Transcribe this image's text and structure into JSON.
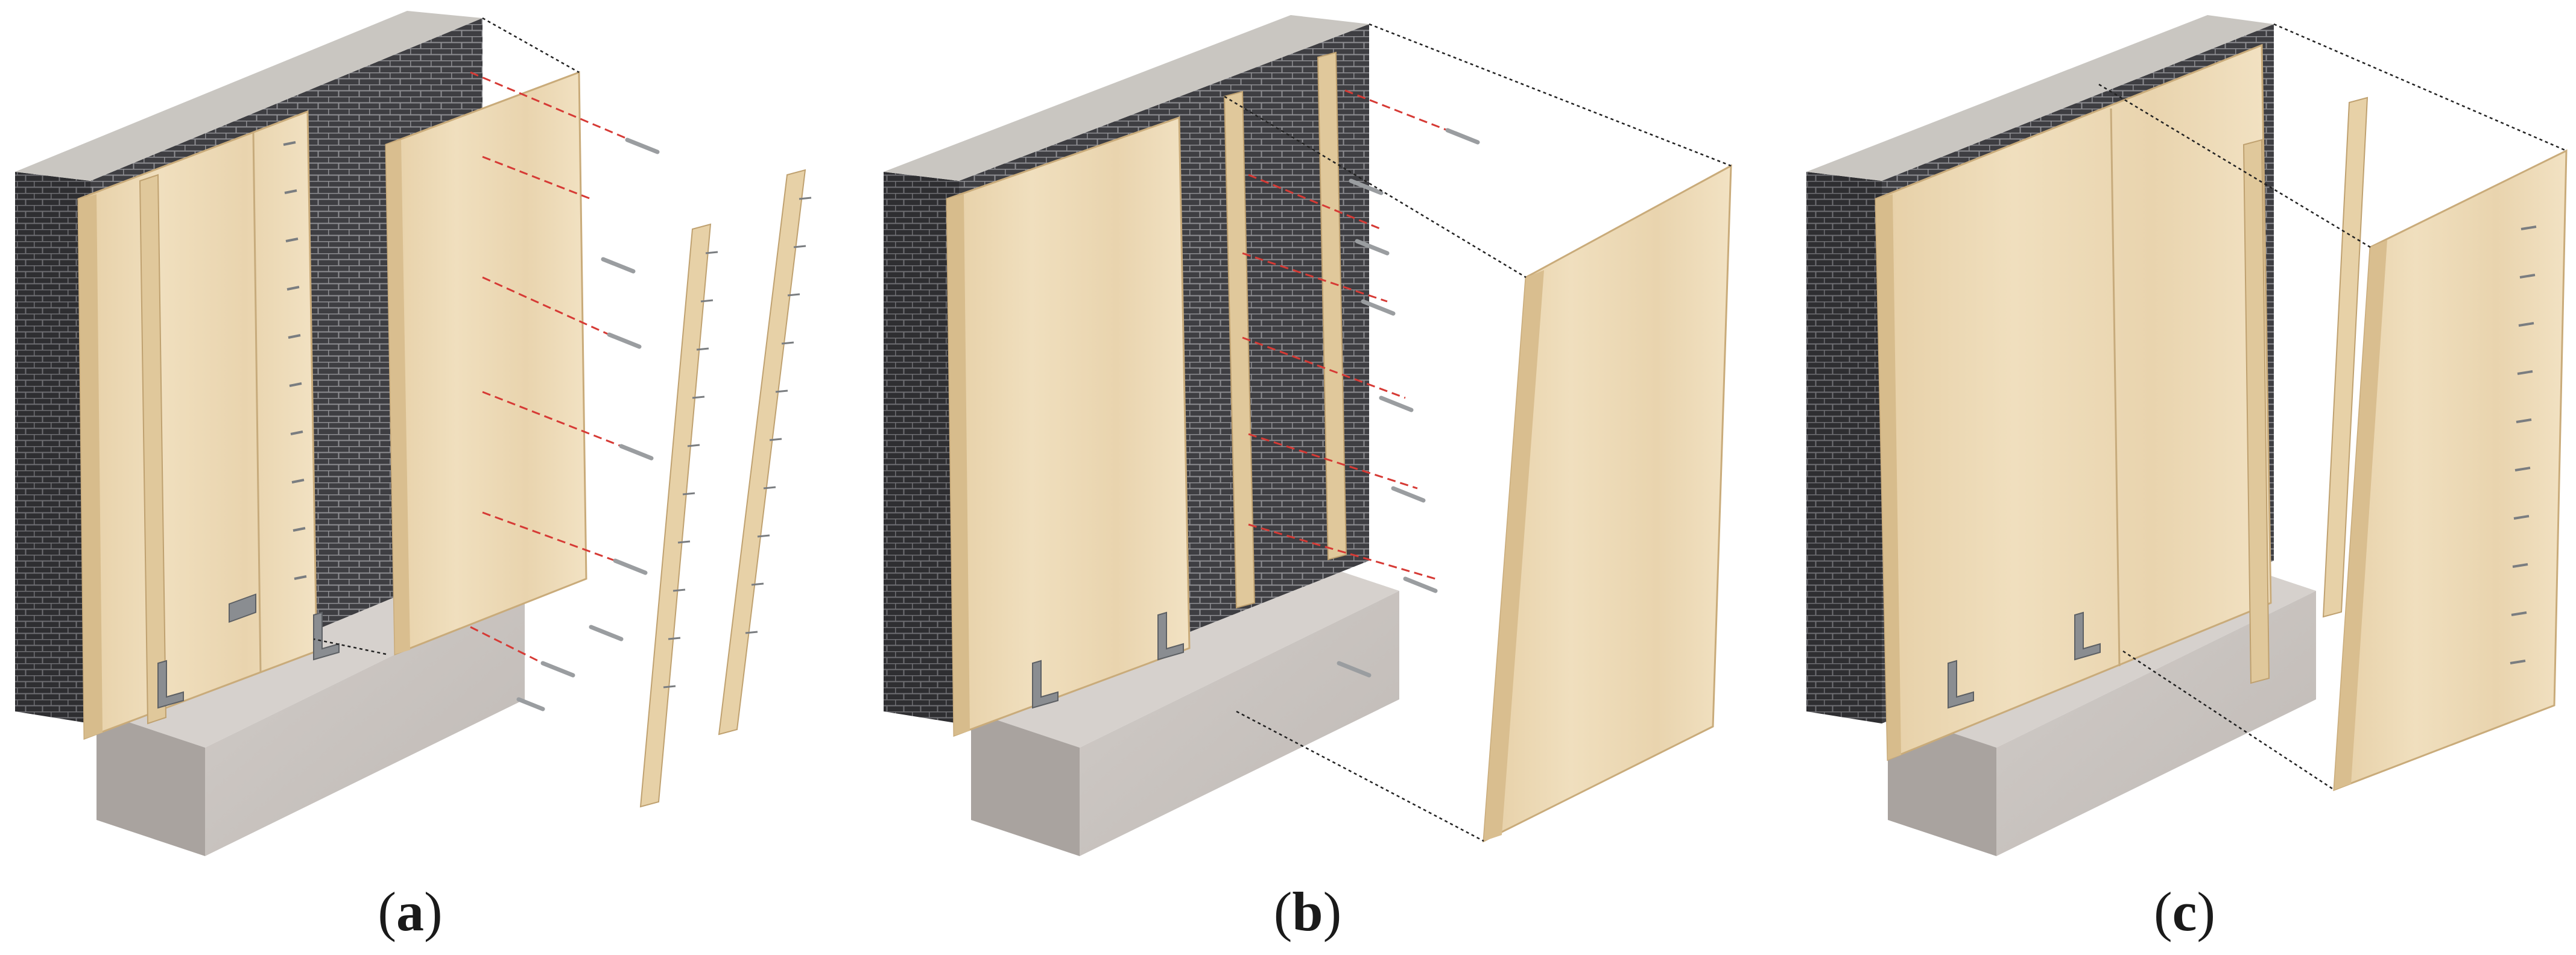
{
  "figure": {
    "panels": [
      {
        "id": "a",
        "open": "(",
        "label": "a",
        "close": ")"
      },
      {
        "id": "b",
        "open": "(",
        "label": "b",
        "close": ")"
      },
      {
        "id": "c",
        "open": "(",
        "label": "c",
        "close": ")"
      }
    ]
  },
  "colors": {
    "brick": "#3e3e42",
    "mortar": "#8e8e92",
    "top_cap": "#c9c6c1",
    "concrete": "#c8c3bf",
    "concrete_side": "#9f9995",
    "timber": "#ecd9b4",
    "timber_edge": "#d7bc8c",
    "timber_shade": "#dcc59b",
    "anchor": "#8a8d91",
    "dowel_line": "#d63a35",
    "guide_line": "#222222"
  }
}
